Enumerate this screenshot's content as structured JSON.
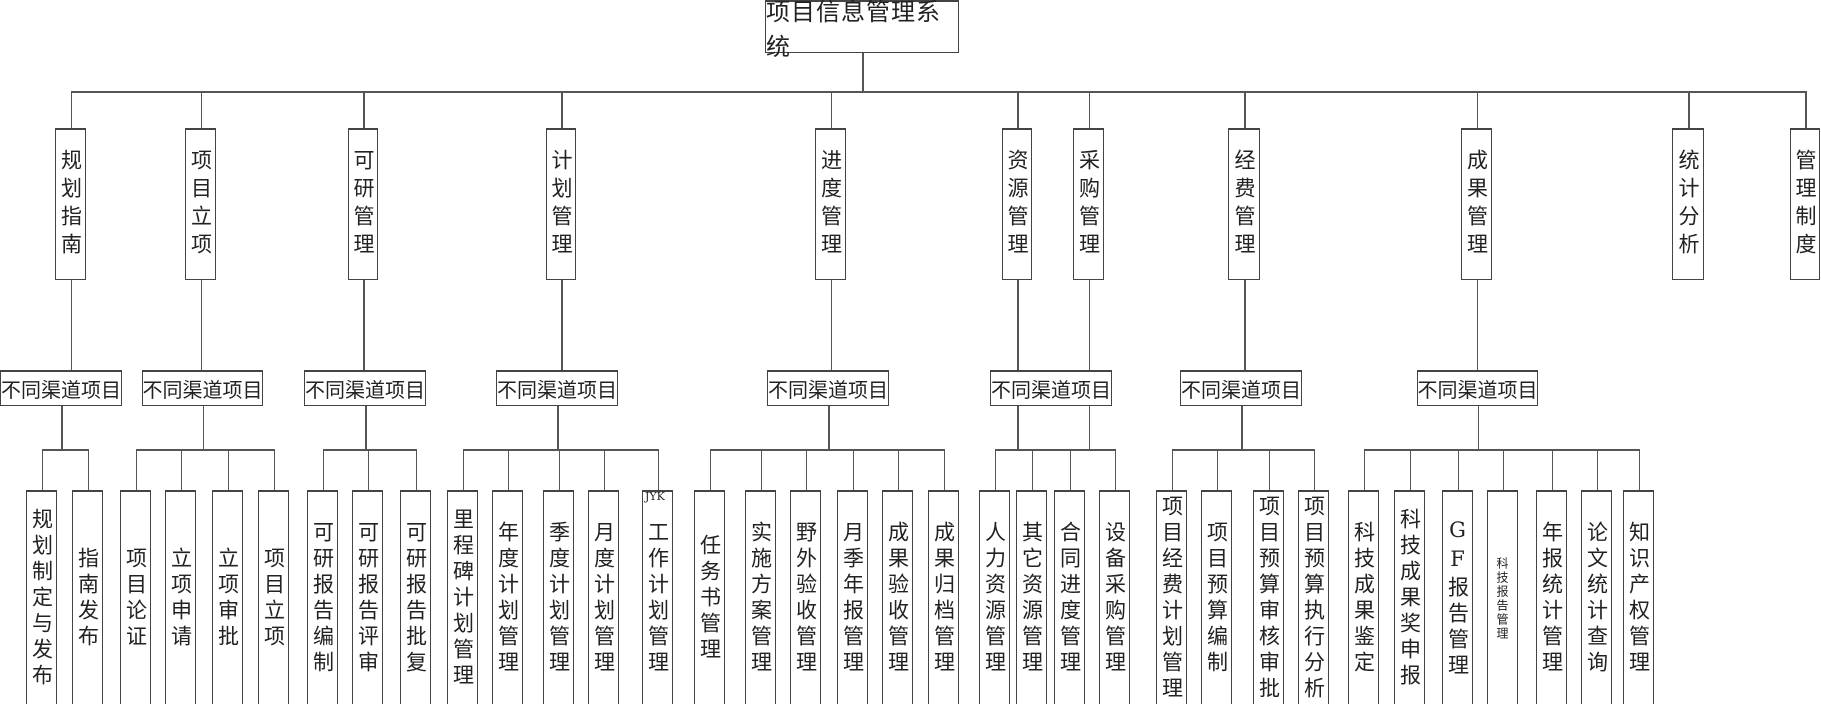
{
  "root": {
    "title": "项目信息管理系统"
  },
  "modules": [
    {
      "label": "规划指南"
    },
    {
      "label": "项目立项"
    },
    {
      "label": "可研管理"
    },
    {
      "label": "计划管理"
    },
    {
      "label": "进度管理"
    },
    {
      "label": "资源管理"
    },
    {
      "label": "采购管理"
    },
    {
      "label": "经费管理"
    },
    {
      "label": "成果管理"
    },
    {
      "label": "统计分析"
    },
    {
      "label": "管理制度"
    }
  ],
  "groups": [
    {
      "label": "不同渠道项目",
      "children": [
        {
          "label": "规划制定与发布"
        },
        {
          "label": "指南发布"
        }
      ]
    },
    {
      "label": "不同渠道项目",
      "children": [
        {
          "label": "项目论证"
        },
        {
          "label": "立项申请"
        },
        {
          "label": "立项审批"
        },
        {
          "label": "项目立项"
        }
      ]
    },
    {
      "label": "不同渠道项目",
      "children": [
        {
          "label": "可研报告编制"
        },
        {
          "label": "可研报告评审"
        },
        {
          "label": "可研报告批复"
        }
      ]
    },
    {
      "label": "不同渠道项目",
      "children": [
        {
          "label": "里程碑计划管理"
        },
        {
          "label": "年度计划管理"
        },
        {
          "label": "季度计划管理"
        },
        {
          "label": "月度计划管理"
        },
        {
          "label": "工作计划管理",
          "tag": "JYK"
        }
      ]
    },
    {
      "label": "不同渠道项目",
      "children": [
        {
          "label": "任务书管理"
        },
        {
          "label": "实施方案管理"
        },
        {
          "label": "野外验收管理"
        },
        {
          "label": "月季年报管理"
        },
        {
          "label": "成果验收管理"
        },
        {
          "label": "成果归档管理"
        }
      ]
    },
    {
      "label": "不同渠道项目",
      "children": [
        {
          "label": "人力资源管理"
        },
        {
          "label": "其它资源管理"
        },
        {
          "label": "合同进度管理"
        },
        {
          "label": "设备采购管理"
        }
      ]
    },
    {
      "label": "不同渠道项目",
      "children": [
        {
          "label": "项目经费计划管理"
        },
        {
          "label": "项目预算编制"
        },
        {
          "label": "项目预算审核审批"
        },
        {
          "label": "项目预算执行分析"
        }
      ]
    },
    {
      "label": "不同渠道项目",
      "children": [
        {
          "label": "科技成果鉴定"
        },
        {
          "label": "科技成果奖申报"
        },
        {
          "label": "GF报告管理"
        },
        {
          "label": "科技报告管理",
          "small": true
        },
        {
          "label": "年报统计管理"
        },
        {
          "label": "论文统计查询"
        },
        {
          "label": "知识产权管理"
        }
      ]
    }
  ]
}
